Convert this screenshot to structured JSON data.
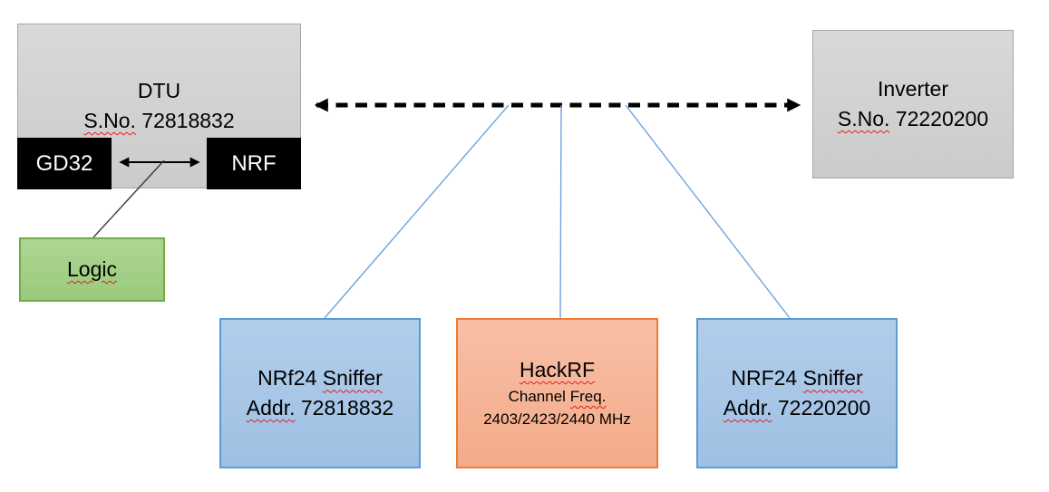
{
  "nodes": {
    "dtu": {
      "title": "DTU",
      "serial_label": "S.No.",
      "serial_value": " 72818832"
    },
    "gd32": {
      "label": "GD32"
    },
    "nrf": {
      "label": "NRF"
    },
    "logic": {
      "label": "Logic"
    },
    "inverter": {
      "title": "Inverter",
      "serial_label": "S.No.",
      "serial_value": " 72220200"
    },
    "sniffer_left": {
      "name_plain": "NRf24 ",
      "name_wavy": "Sniffer",
      "addr_label": "Addr.",
      "addr_value": " 72818832"
    },
    "hackrf": {
      "title": "HackRF",
      "channel_plain": "Channel ",
      "channel_wavy": "Freq.",
      "frequencies": "2403/2423/2440 MHz"
    },
    "sniffer_right": {
      "name_plain": "NRF24 ",
      "name_wavy": "Sniffer",
      "addr_label": "Addr.",
      "addr_value": " 72220200"
    }
  },
  "colors": {
    "gray_fill": "#d4d4d4",
    "gray_border": "#a6a6a6",
    "chip_black": "#000000",
    "green_fill": "#a5d08a",
    "green_border": "#70ad47",
    "blue_fill": "#a8c6e8",
    "blue_border": "#5b9bd5",
    "orange_fill": "#f6b79c",
    "orange_border": "#ed7d31",
    "tap_line_blue": "#6fa3dc",
    "arrow_black": "#000000",
    "logic_line": "#3a3a3a",
    "spellcheck_red": "#e31e1e"
  }
}
